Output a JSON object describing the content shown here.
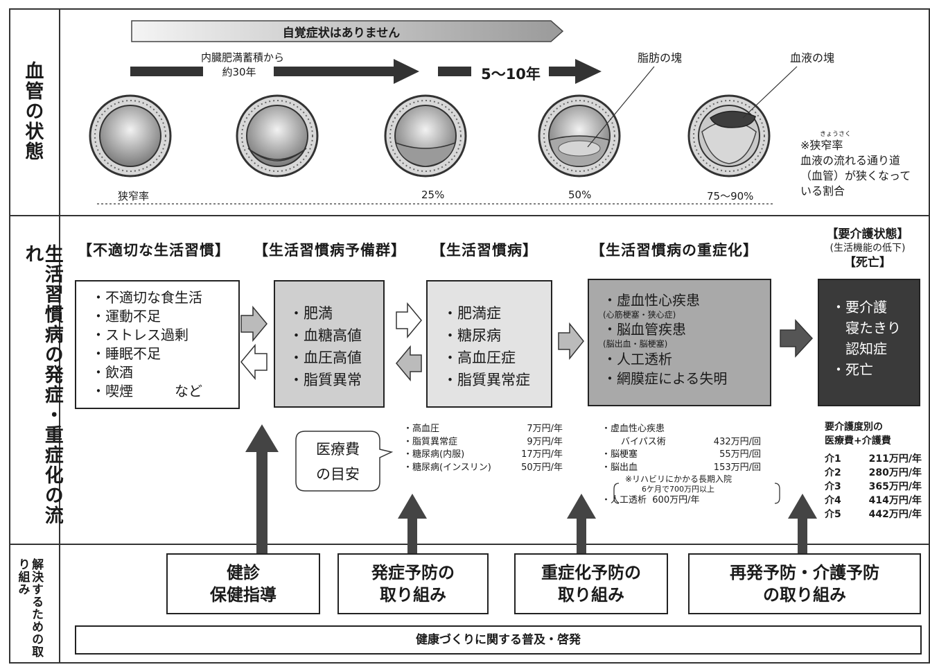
{
  "rows": {
    "vessel_state": "血管の状態",
    "disease_flow": "生活習慣病の発症・重症化の流れ",
    "solutions": "解決するための取り組み"
  },
  "vessel": {
    "no_symptom_banner": "自覚症状はありません",
    "timeline_1": [
      "内臓肥満蓄積から",
      "約30年"
    ],
    "timeline_2": "5〜10年",
    "fat_clump": "脂肪の塊",
    "blood_clump": "血液の塊",
    "stenosis_label": "狭窄率",
    "percents": [
      "25%",
      "50%",
      "75〜90%"
    ],
    "note": {
      "ruby": "きょうさく",
      "title": "※狭窄率",
      "lines": [
        "血液の流れる通り道",
        "（血管）が狭くなって",
        "いる割合"
      ]
    }
  },
  "stages": {
    "headers": {
      "bad_habits": "【不適切な生活習慣】",
      "pre_group": "【生活習慣病予備群】",
      "disease": "【生活習慣病】",
      "severe": "【生活習慣病の重症化】",
      "care_1": "【要介護状態】",
      "care_2": "(生活機能の低下)",
      "care_3": "【死亡】"
    },
    "bad_habits_items": [
      "・不適切な食生活",
      "・運動不足",
      "・ストレス過剰",
      "・睡眠不足",
      "・飲酒",
      "・喫煙　　　など"
    ],
    "pre_group_items": [
      "・肥満",
      "・血糖高値",
      "・血圧高値",
      "・脂質異常"
    ],
    "disease_items": [
      "・肥満症",
      "・糖尿病",
      "・高血圧症",
      "・脂質異常症"
    ],
    "severe_items": [
      "・虚血性心疾患",
      "(心筋梗塞・狭心症)",
      "・脳血管疾患",
      "(脳出血・脳梗塞)",
      "・人工透析",
      "・網膜症による失明"
    ],
    "care_items": [
      "・要介護",
      "寝たきり",
      "認知症",
      "・死亡"
    ]
  },
  "costs": {
    "bubble": [
      "医療費",
      "の目安"
    ],
    "disease": [
      {
        "name": "・高血圧",
        "value": "7万円/年"
      },
      {
        "name": "・脂質異常症",
        "value": "9万円/年"
      },
      {
        "name": "・糖尿病(内服)",
        "value": "17万円/年"
      },
      {
        "name": "・糖尿病(インスリン)",
        "value": "50万円/年"
      }
    ],
    "severe": [
      {
        "name": "・虚血性心疾患",
        "value": ""
      },
      {
        "name": "バイパス術",
        "value": "432万円/回"
      },
      {
        "name": "・脳梗塞",
        "value": "55万円/回"
      },
      {
        "name": "・脳出血",
        "value": "153万円/回"
      },
      {
        "name": "※リハビリにかかる長期入院",
        "value": ""
      },
      {
        "name": "6ケ月で700万円以上",
        "value": ""
      },
      {
        "name": "・人工透析",
        "value": "600万円/年"
      }
    ],
    "care_title": [
      "要介護度別の",
      "医療費+介護費"
    ],
    "care": [
      {
        "level": "介1",
        "value": "211万円/年"
      },
      {
        "level": "介2",
        "value": "280万円/年"
      },
      {
        "level": "介3",
        "value": "365万円/年"
      },
      {
        "level": "介4",
        "value": "414万円/年"
      },
      {
        "level": "介5",
        "value": "442万円/年"
      }
    ]
  },
  "actions": {
    "checkup": [
      "健診",
      "保健指導"
    ],
    "onset_prevention": [
      "発症予防の",
      "取り組み"
    ],
    "severity_prevention": [
      "重症化予防の",
      "取り組み"
    ],
    "recurrence_prevention": [
      "再発予防・介護予防",
      "の取り組み"
    ],
    "bottom_banner": "健康づくりに関する普及・啓発"
  }
}
